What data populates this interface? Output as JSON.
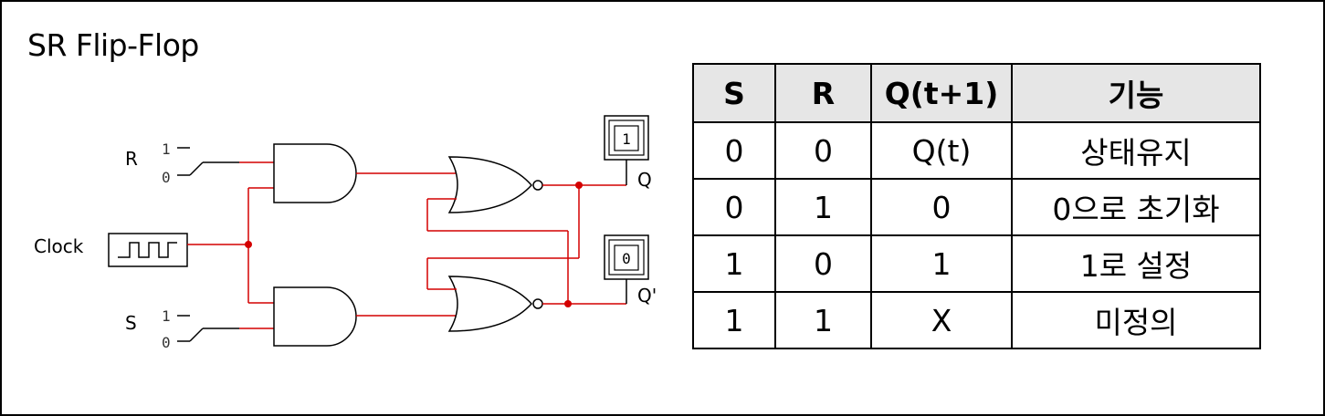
{
  "title": "SR Flip-Flop",
  "circuit": {
    "inputs": {
      "r_label": "R",
      "s_label": "S",
      "clock_label": "Clock",
      "switch_one": "1",
      "switch_zero": "0"
    },
    "outputs": {
      "q_label": "Q",
      "qbar_label": "Q'",
      "q_value": "1",
      "qbar_value": "0"
    },
    "colors": {
      "wire_active": "#d40000",
      "wire": "#000000",
      "junction": "#d40000"
    }
  },
  "table": {
    "headers": [
      "S",
      "R",
      "Q(t+1)",
      "기능"
    ],
    "rows": [
      [
        "0",
        "0",
        "Q(t)",
        "상태유지"
      ],
      [
        "0",
        "1",
        "0",
        "0으로 초기화"
      ],
      [
        "1",
        "0",
        "1",
        "1로 설정"
      ],
      [
        "1",
        "1",
        "X",
        "미정의"
      ]
    ]
  }
}
